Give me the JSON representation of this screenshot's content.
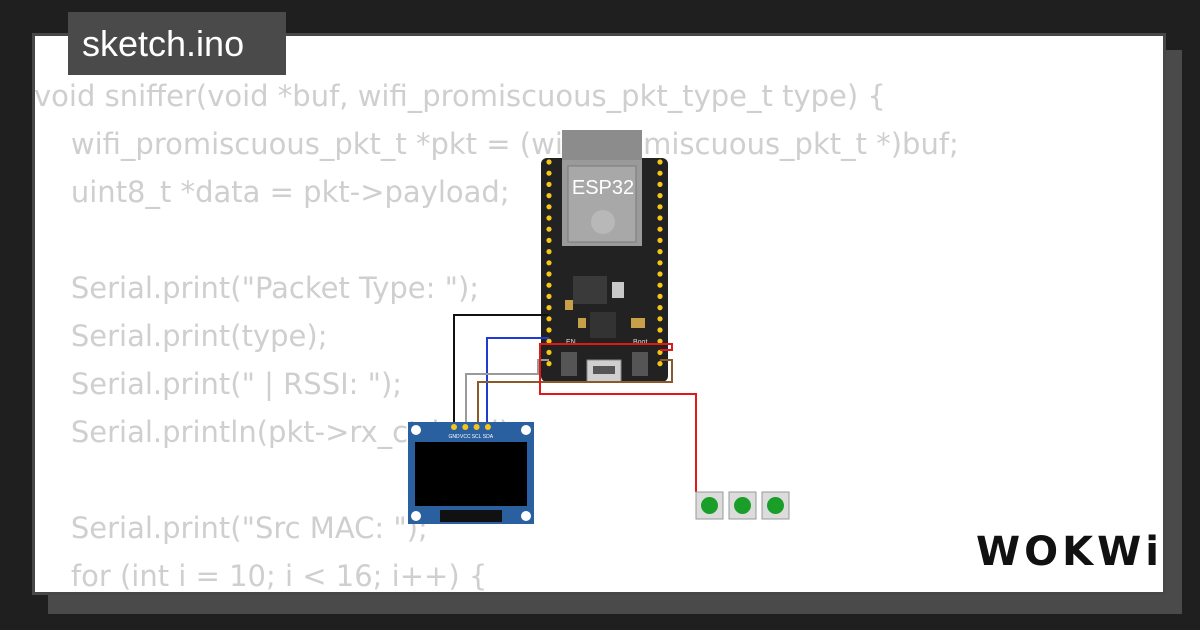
{
  "tab": {
    "filename": "sketch.ino"
  },
  "code_lines": [
    "void sniffer(void *buf, wifi_promiscuous_pkt_type_t type) {",
    "    wifi_promiscuous_pkt_t *pkt = (wifi_promiscuous_pkt_t *)buf;",
    "    uint8_t *data = pkt->payload;",
    "",
    "    Serial.print(\"Packet Type: \");",
    "    Serial.print(type);",
    "    Serial.print(\" | RSSI: \");",
    "    Serial.println(pkt->rx_ctrl.rssi);",
    "",
    "    Serial.print(\"Src MAC: \");",
    "    for (int i = 10; i < 16; i++) {"
  ],
  "board": {
    "label": "ESP32",
    "en_label": "EN",
    "boot_label": "Boot"
  },
  "oled": {
    "pin_labels": [
      "GND",
      "VCC",
      "SCL",
      "SDA"
    ]
  },
  "buttons": {
    "count": 3,
    "color": "#1a9e2a"
  },
  "wires": {
    "gnd": "#111111",
    "vcc": "#1f3bd6",
    "scl": "#9a9a9a",
    "sda": "#8b5a2b",
    "button": "#e01818"
  },
  "brand": {
    "logo": "WOKWi"
  },
  "colors": {
    "background": "#1f1f1f",
    "card": "#ffffff",
    "tab": "#4a4a4a",
    "code_text": "#cfcfcf"
  }
}
